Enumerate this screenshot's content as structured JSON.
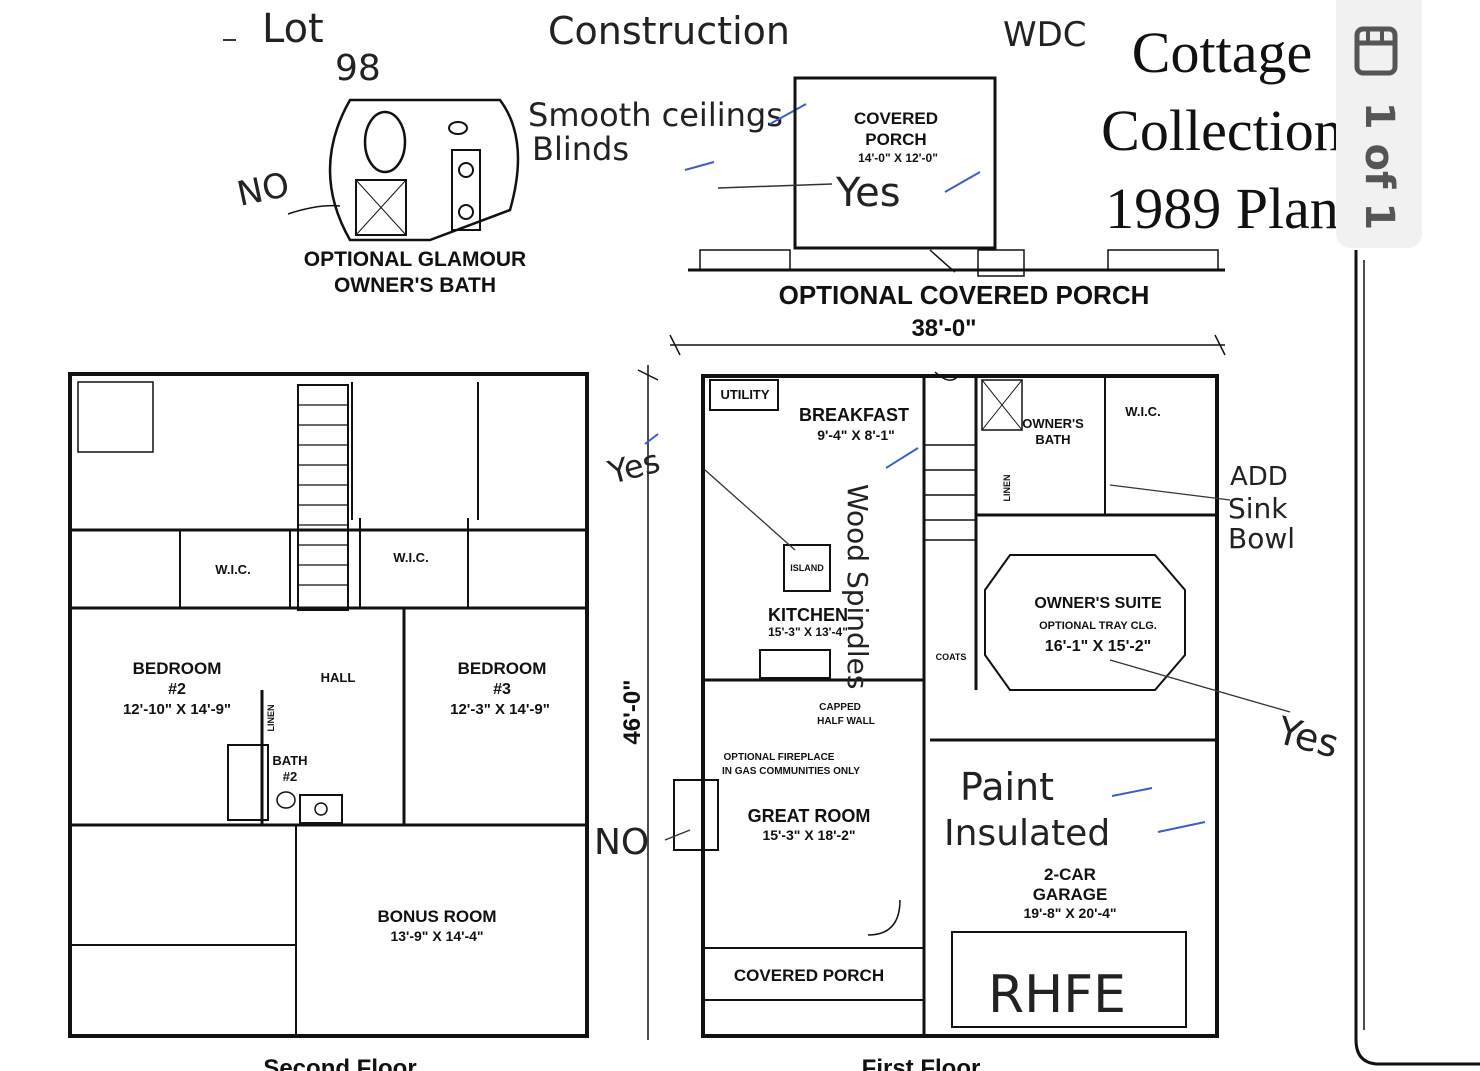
{
  "handwritten": {
    "lot": "Lot",
    "lot_number": "98",
    "construction": "Construction",
    "wdc": "WDC",
    "smooth_ceilings": "Smooth ceilings",
    "blinds": "Blinds",
    "no_1": "NO",
    "yes_porch": "Yes",
    "yes_island": "Yes",
    "wood_spindles": "Wood Spindles",
    "add": "ADD",
    "sink": "Sink",
    "bowl": "Bowl",
    "yes_suite": "Yes",
    "paint": "Paint",
    "insulated": "Insulated",
    "no_2": "NO",
    "rhfe": "RHFE"
  },
  "title": {
    "line1": "Cottage",
    "line2": "Collection",
    "line3": "1989 Plan"
  },
  "optional_glamour": {
    "caption1": "OPTIONAL GLAMOUR",
    "caption2": "OWNER'S BATH"
  },
  "optional_porch": {
    "room": "COVERED",
    "room2": "PORCH",
    "size": "14'-0\" X 12'-0\"",
    "caption": "OPTIONAL COVERED PORCH"
  },
  "dimensions": {
    "width": "38'-0\"",
    "depth": "46'-0\""
  },
  "first_floor": {
    "utility": "UTILITY",
    "breakfast": "BREAKFAST",
    "breakfast_size": "9'-4\" X 8'-1\"",
    "owners_bath": "OWNER'S",
    "owners_bath2": "BATH",
    "wic": "W.I.C.",
    "linen": "LINEN",
    "island": "ISLAND",
    "kitchen": "KITCHEN",
    "kitchen_size": "15'-3\" X 13'-4\"",
    "owners_suite": "OWNER'S SUITE",
    "tray": "OPTIONAL TRAY CLG.",
    "suite_size": "16'-1\" X 15'-2\"",
    "coats": "COATS",
    "capped": "CAPPED",
    "half_wall": "HALF WALL",
    "fireplace1": "OPTIONAL FIREPLACE",
    "fireplace2": "IN GAS COMMUNITIES ONLY",
    "great_room": "GREAT ROOM",
    "great_size": "15'-3\" X 18'-2\"",
    "garage": "2-CAR",
    "garage2": "GARAGE",
    "garage_size": "19'-8\" X 20'-4\"",
    "covered_porch": "COVERED PORCH",
    "label": "First Floor"
  },
  "second_floor": {
    "wic_left": "W.I.C.",
    "wic_right": "W.I.C.",
    "bedroom2": "BEDROOM",
    "bedroom2_num": "#2",
    "bedroom2_size": "12'-10\" X 14'-9\"",
    "hall": "HALL",
    "bedroom3": "BEDROOM",
    "bedroom3_num": "#3",
    "bedroom3_size": "12'-3\" X 14'-9\"",
    "linen": "LINEN",
    "bath": "BATH",
    "bath_num": "#2",
    "bonus": "BONUS ROOM",
    "bonus_size": "13'-9\" X 14'-4\"",
    "label": "Second Floor"
  },
  "viewer": {
    "icon": "gallery-icon",
    "page_counter": "1 of 1"
  }
}
